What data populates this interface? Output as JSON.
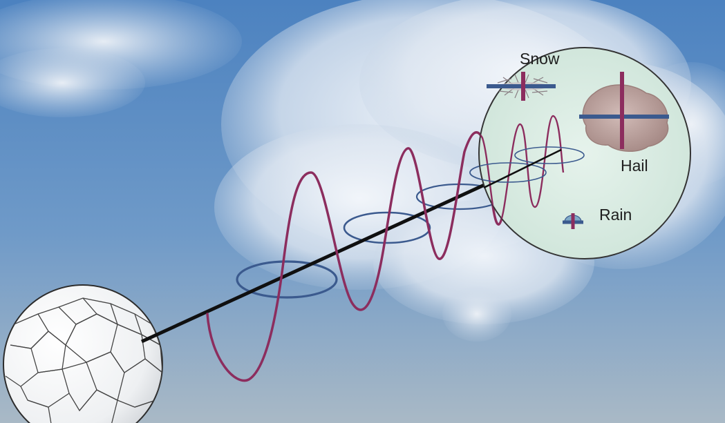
{
  "labels": {
    "snow": "Snow",
    "hail": "Hail",
    "rain": "Rain"
  },
  "colors": {
    "sky_top": "#4c82c0",
    "sky_bottom": "#a9b9c6",
    "vertical_wave": "#8c2d5e",
    "horizontal_wave": "#3b5a8e",
    "inset_fill": "#d7ece2",
    "hail_stone": "#b79d9a"
  },
  "elements": {
    "radar_dome": "radar-dome",
    "beam": "beam-arrow",
    "inset": "hydrometeor-inset"
  }
}
